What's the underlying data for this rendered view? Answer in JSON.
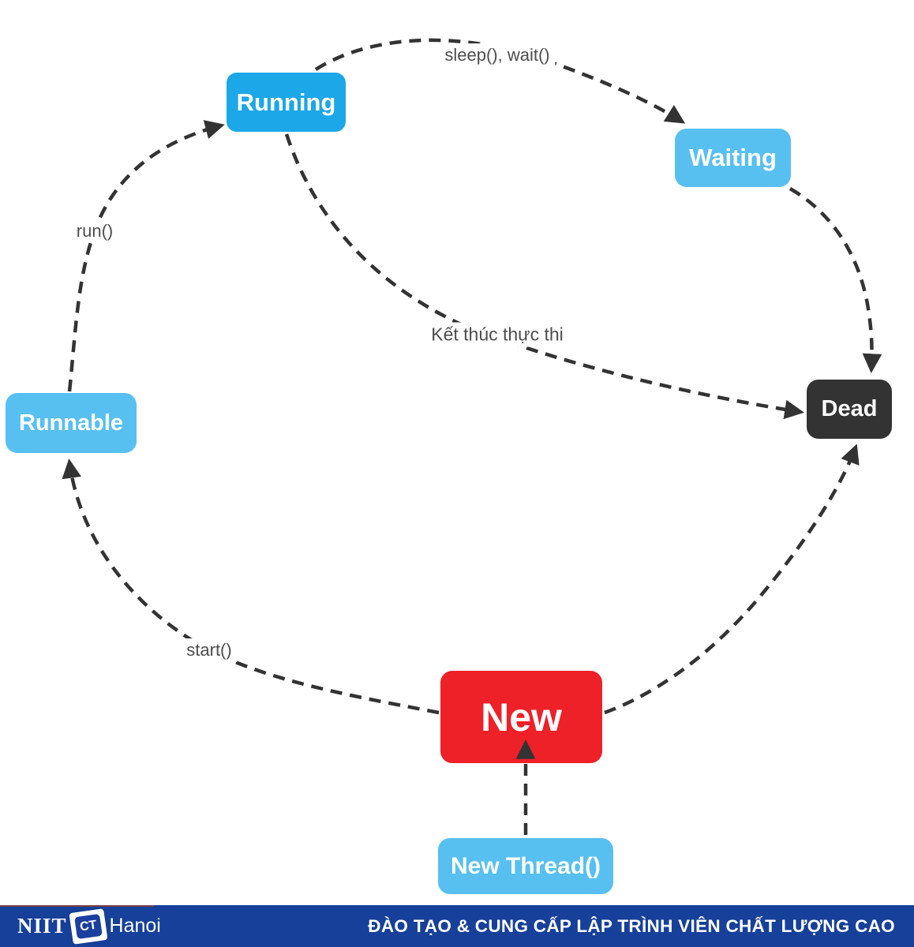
{
  "diagram": {
    "title_hint": "thread-lifecycle-state-diagram",
    "nodes": [
      {
        "id": "running",
        "label": "Running",
        "color": "#1BA7E8"
      },
      {
        "id": "waiting",
        "label": "Waiting",
        "color": "#57C0F1"
      },
      {
        "id": "runnable",
        "label": "Runnable",
        "color": "#57C0F1"
      },
      {
        "id": "dead",
        "label": "Dead",
        "color": "#333333"
      },
      {
        "id": "new",
        "label": "New",
        "color": "#EE2028"
      },
      {
        "id": "new_thread",
        "label": "New Thread()",
        "color": "#57C0F1"
      }
    ],
    "edges": [
      {
        "from": "running",
        "to": "waiting",
        "label": "sleep(), wait()"
      },
      {
        "from": "runnable",
        "to": "running",
        "label": "run()"
      },
      {
        "from": "running",
        "to": "dead",
        "label": "Kết thúc thực thi"
      },
      {
        "from": "new",
        "to": "runnable",
        "label": "start()"
      },
      {
        "from": "waiting",
        "to": "dead",
        "label": ""
      },
      {
        "from": "new",
        "to": "dead",
        "label": ""
      },
      {
        "from": "new_thread",
        "to": "new",
        "label": ""
      }
    ],
    "arrow_color": "#333333",
    "label_color": "#4d4d4d"
  },
  "footer": {
    "logo_niit": "NIIT",
    "logo_mark": "CT",
    "logo_hanoi": "Hanoi",
    "tagline": "ĐÀO TẠO & CUNG CẤP LẬP TRÌNH VIÊN CHẤT LƯỢNG CAO",
    "bg": "#16409A"
  }
}
